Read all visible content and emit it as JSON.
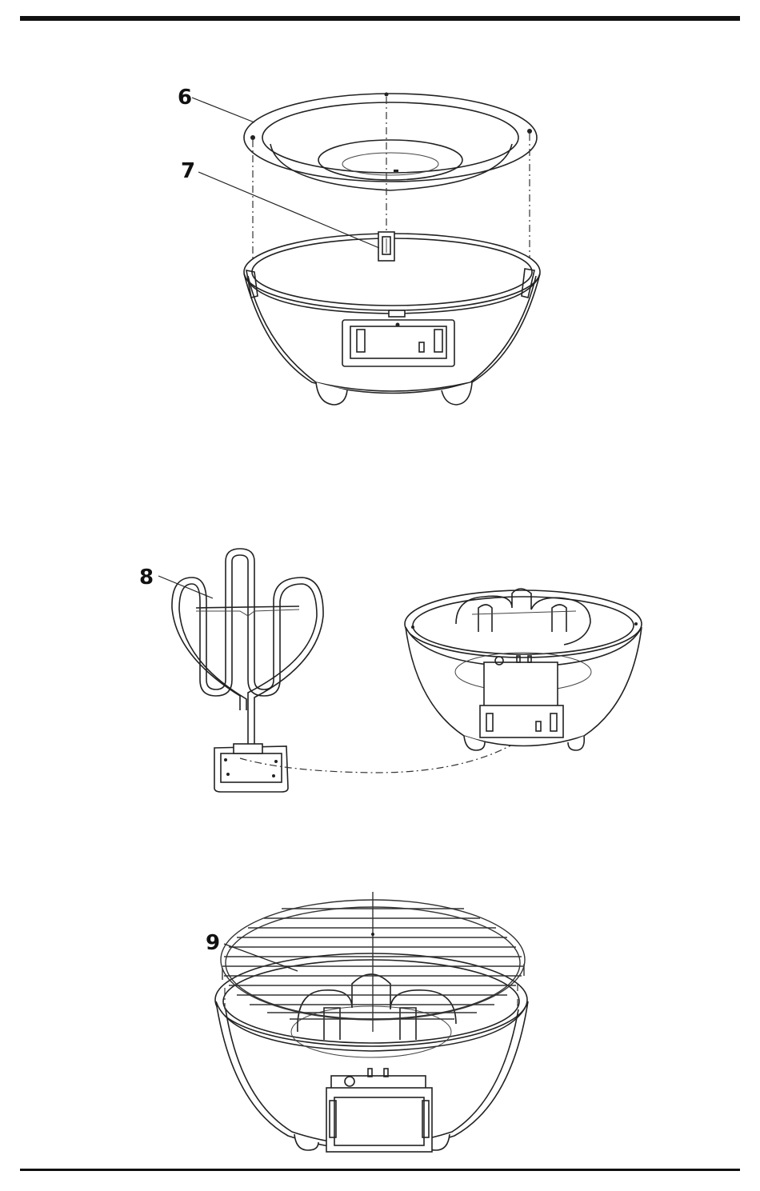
{
  "callouts": {
    "part6": "6",
    "part7": "7",
    "part8": "8",
    "part9": "9"
  },
  "colors": {
    "line": "#222222",
    "background": "#ffffff",
    "rule": "#111111"
  }
}
